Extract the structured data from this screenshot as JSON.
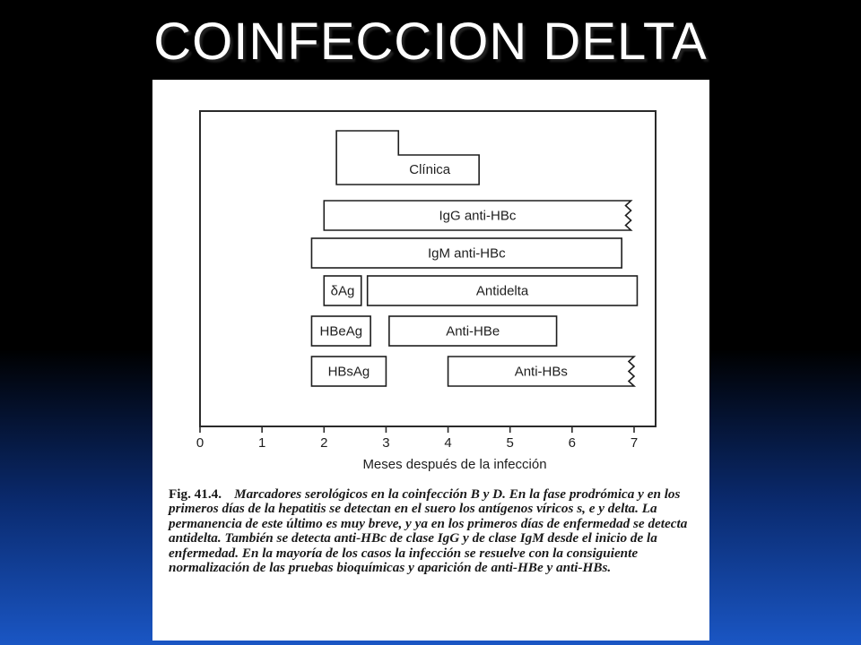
{
  "slide": {
    "title": "COINFECCION DELTA"
  },
  "chart_data": {
    "type": "timeline",
    "xlabel": "Meses después de la infección",
    "xlim": [
      0,
      7
    ],
    "x_ticks": [
      "0",
      "1",
      "2",
      "3",
      "4",
      "5",
      "6",
      "7"
    ],
    "rows": [
      {
        "label": "Clínica",
        "start": 2.2,
        "end": 4.5,
        "notch_end": 3.2,
        "continues": false
      },
      {
        "label": "IgG anti-HBc",
        "start": 2.0,
        "end": 6.95,
        "continues": true
      },
      {
        "label": "IgM anti-HBc",
        "start": 1.8,
        "end": 6.8,
        "continues": false
      },
      {
        "label": "δAg",
        "start": 2.0,
        "end": 2.6,
        "continues": false
      },
      {
        "label": "Antidelta",
        "start": 2.7,
        "end": 7.05,
        "continues": false
      },
      {
        "label": "HBeAg",
        "start": 1.8,
        "end": 2.75,
        "continues": false
      },
      {
        "label": "Anti-HBe",
        "start": 3.05,
        "end": 5.75,
        "continues": false
      },
      {
        "label": "HBsAg",
        "start": 1.8,
        "end": 3.0,
        "continues": false
      },
      {
        "label": "Anti-HBs",
        "start": 4.0,
        "end": 7.0,
        "continues": true
      }
    ]
  },
  "caption": {
    "label": "Fig. 41.4.",
    "text": "Marcadores serológicos en la coinfección B y D. En la fase prodrómica y en los primeros días de la hepatitis se detectan en el suero los antígenos víricos s, e y delta. La permanencia de este último es muy breve, y ya en los primeros días de enfermedad se detecta antidelta. También se detecta anti-HBc de clase IgG y de clase IgM desde el inicio de la enfermedad. En la mayoría de los casos la infección se resuelve con la consiguiente normalización de las pruebas bioquímicas y aparición de anti-HBe y anti-HBs."
  },
  "colors": {
    "box_stroke": "#1e1e1e",
    "frame_stroke": "#2a2a2a"
  }
}
